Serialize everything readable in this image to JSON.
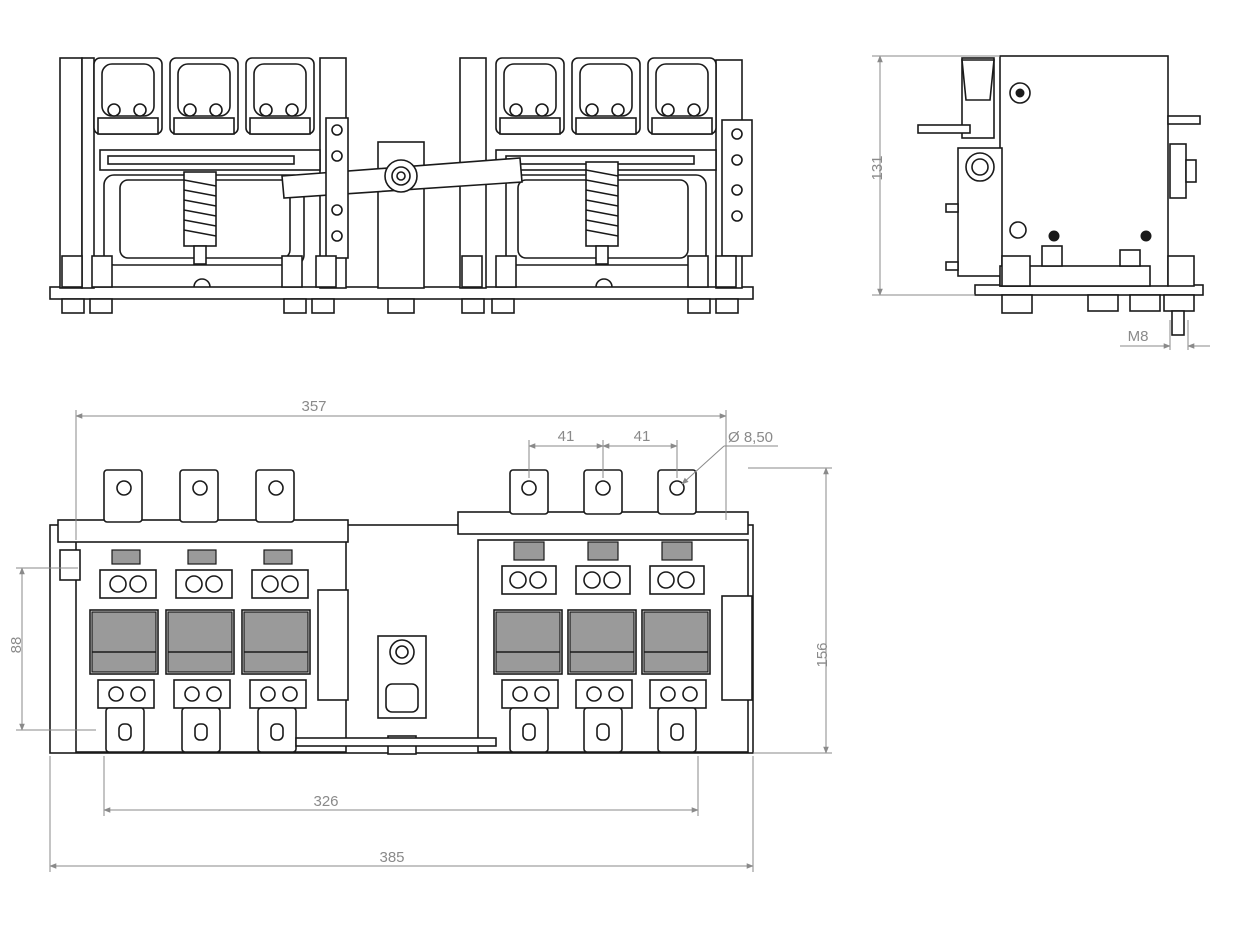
{
  "dimensions": {
    "side_height": "131",
    "side_thread": "M8",
    "overall_depth": "357",
    "pitch_left": "41",
    "pitch_right": "41",
    "hole_diameter": "Ø 8,50",
    "mount_height": "88",
    "overall_height": "156",
    "mount_width": "326",
    "overall_width": "385"
  }
}
